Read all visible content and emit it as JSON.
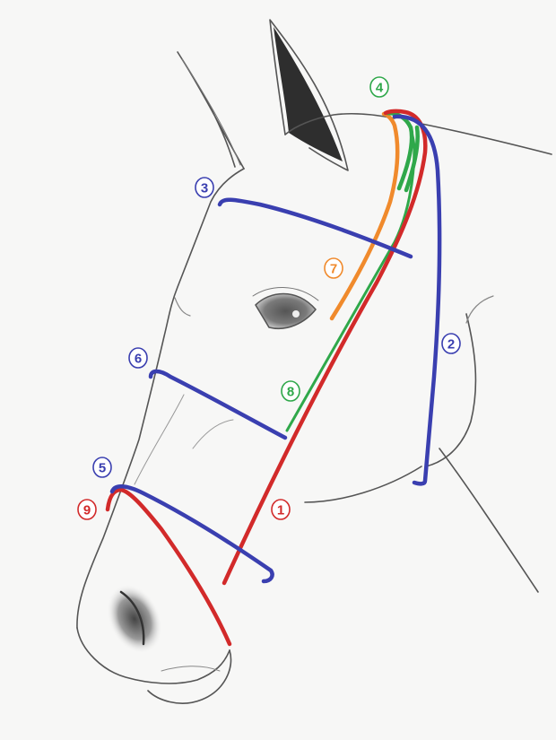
{
  "colors": {
    "red": "#d22a2a",
    "blue": "#3a3fb0",
    "green": "#2fa84a",
    "orange": "#f08a2c",
    "pencil": "#4a4a4a"
  },
  "measurements": [
    {
      "label": "1",
      "color": "red"
    },
    {
      "label": "2",
      "color": "blue"
    },
    {
      "label": "3",
      "color": "blue"
    },
    {
      "label": "4",
      "color": "green"
    },
    {
      "label": "5",
      "color": "blue"
    },
    {
      "label": "6",
      "color": "blue"
    },
    {
      "label": "7",
      "color": "orange"
    },
    {
      "label": "8",
      "color": "green"
    },
    {
      "label": "9",
      "color": "red"
    }
  ]
}
